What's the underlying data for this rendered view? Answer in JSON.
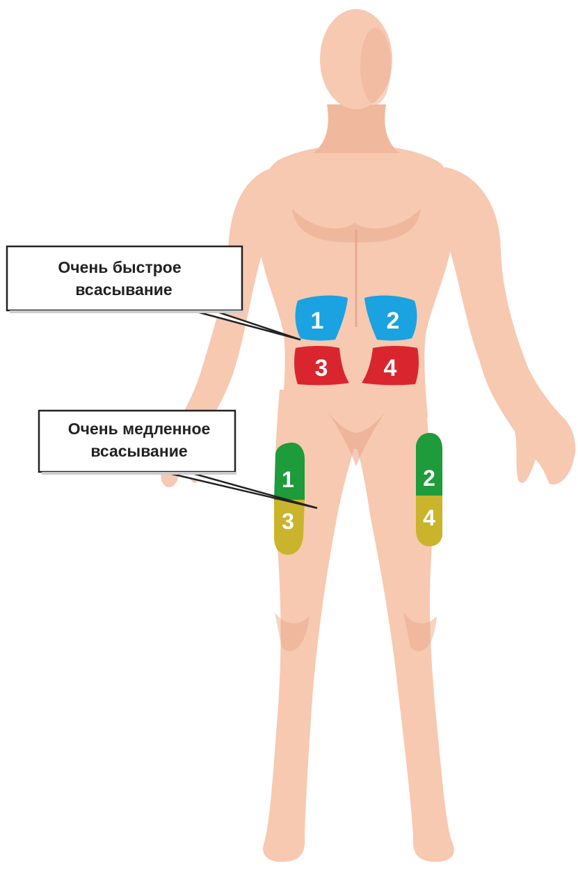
{
  "callouts": {
    "fast": {
      "line1": "Очень быстрое",
      "line2": "всасывание"
    },
    "slow": {
      "line1": "Очень медленное",
      "line2": "всасывание"
    }
  },
  "abdomen_zones": {
    "top_left": "1",
    "top_right": "2",
    "bottom_left": "3",
    "bottom_right": "4"
  },
  "thigh_zones": {
    "left_upper": "1",
    "right_upper": "2",
    "left_lower": "3",
    "right_lower": "4"
  },
  "colors": {
    "skin": "#f7c9b1",
    "skin_shadow": "#e9a98c",
    "skin_highlight": "#fde0d0",
    "blue": "#1aa3e0",
    "red": "#d9262e",
    "green": "#1e9b3a",
    "olive": "#c9b42c",
    "label_border": "#222222",
    "zone_text": "#ffffff"
  }
}
